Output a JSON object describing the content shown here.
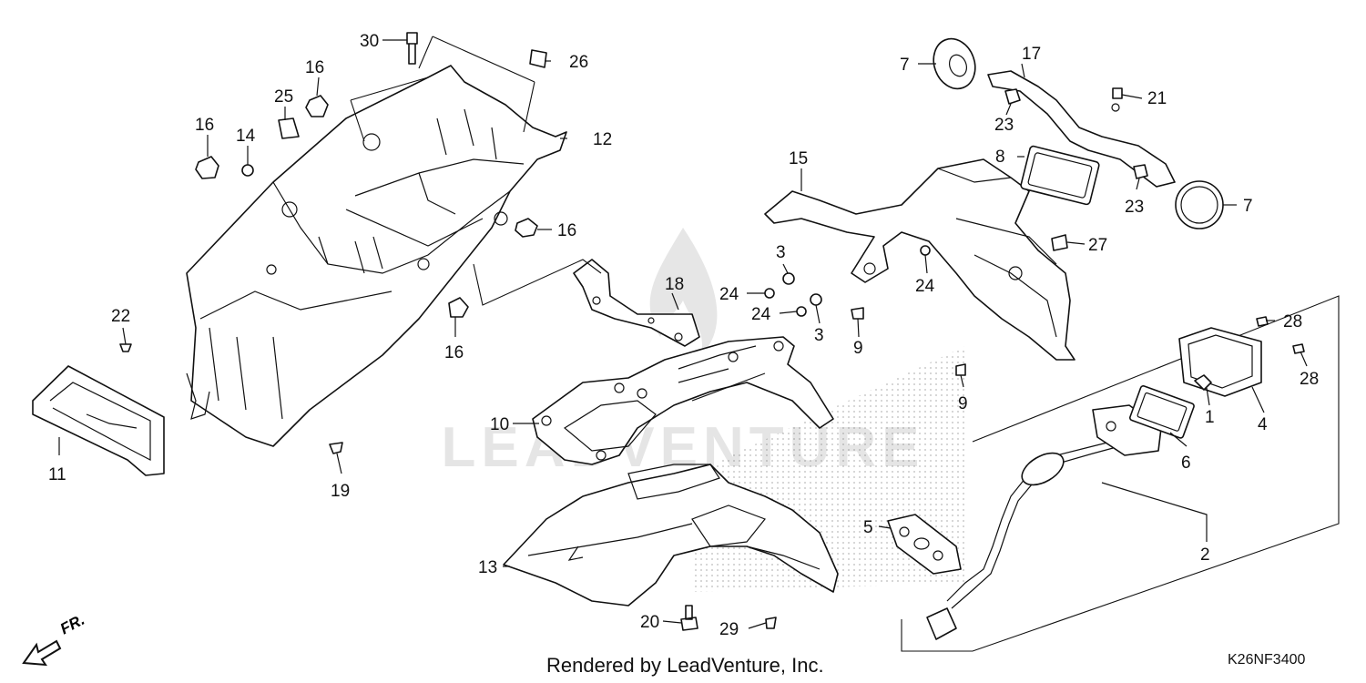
{
  "footer": {
    "credit": "Rendered by LeadVenture, Inc.",
    "diagram_code": "K26NF3400"
  },
  "direction_label": "FR.",
  "watermark_text": "LEADVENTURE",
  "callouts": {
    "c1": "1",
    "c2": "2",
    "c3a": "3",
    "c3b": "3",
    "c4": "4",
    "c5": "5",
    "c6": "6",
    "c7a": "7",
    "c7b": "7",
    "c8": "8",
    "c9a": "9",
    "c9b": "9",
    "c10": "10",
    "c11": "11",
    "c12": "12",
    "c13": "13",
    "c14": "14",
    "c15": "15",
    "c16a": "16",
    "c16b": "16",
    "c16c": "16",
    "c16d": "16",
    "c17": "17",
    "c18": "18",
    "c19": "19",
    "c20": "20",
    "c21": "21",
    "c22": "22",
    "c23a": "23",
    "c23b": "23",
    "c24a": "24",
    "c24b": "24",
    "c24c": "24",
    "c25": "25",
    "c26": "26",
    "c27": "27",
    "c28a": "28",
    "c28b": "28",
    "c29": "29",
    "c30": "30"
  }
}
